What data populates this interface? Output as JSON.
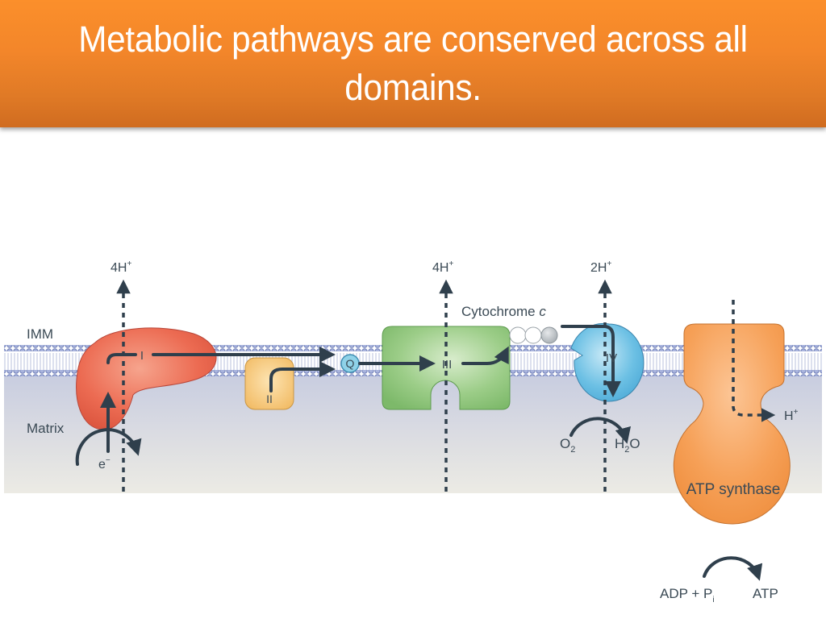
{
  "slide": {
    "title": "Metabolic pathways are conserved across all domains."
  },
  "diagram": {
    "regions": {
      "membrane_label": "IMM",
      "matrix_label": "Matrix"
    },
    "complexes": {
      "complex_1": {
        "label": "I",
        "color": "#e8604a"
      },
      "complex_2": {
        "label": "II",
        "color": "#f6c677"
      },
      "ubiquinone": {
        "label": "Q",
        "color": "#6fc3dd"
      },
      "complex_3": {
        "label": "III",
        "color": "#8fc77e"
      },
      "complex_4": {
        "label": "IV",
        "color": "#5ab8e0"
      },
      "atp_synthase": {
        "label": "ATP synthase",
        "color": "#f4953f"
      }
    },
    "cytochrome_c": {
      "label": "Cytochrome c",
      "label_main": "Cytochrome ",
      "label_italic": "c"
    },
    "proton_labels": {
      "complex_1": "4H",
      "complex_3": "4H",
      "complex_4": "2H",
      "atp_synthase": "H",
      "superscript": "+"
    },
    "reactions": {
      "electron": "e",
      "electron_sup": "−",
      "oxygen": "O",
      "oxygen_sub": "2",
      "water_h": "H",
      "water_sub": "2",
      "water_o": "O",
      "adp": "ADP + P",
      "adp_sub": "i",
      "atp": "ATP"
    },
    "colors": {
      "arrow": "#2f3f4c",
      "membrane_head": "#7f8fc4",
      "matrix_top": "#c9cde0",
      "matrix_bottom": "#ecebe6"
    }
  }
}
